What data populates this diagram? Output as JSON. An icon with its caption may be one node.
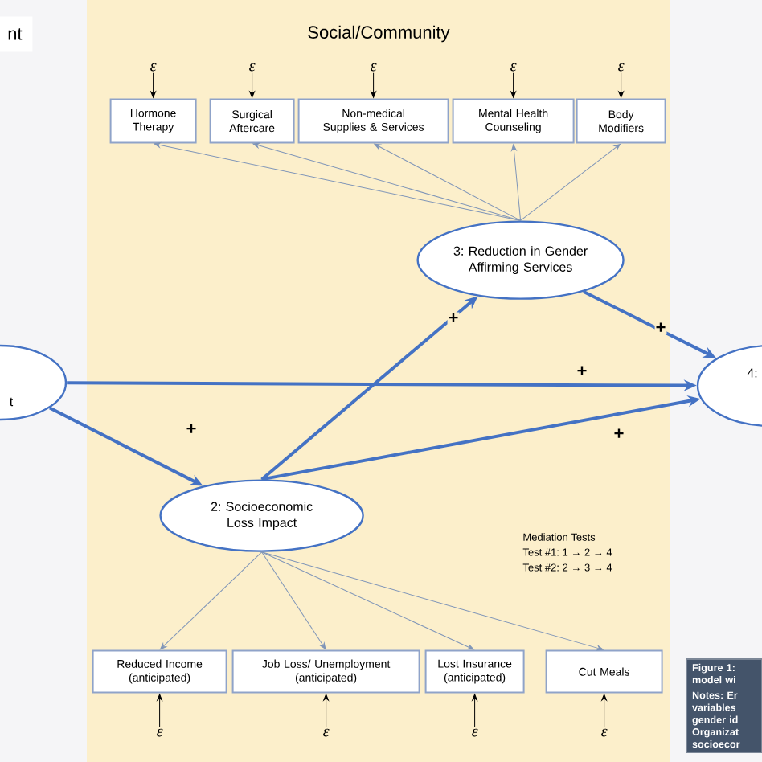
{
  "diagram": {
    "nodes": [
      {
        "text": [
          "Social/Community"
        ]
      },
      {
        "text": [
          "ε"
        ],
        "in": 0
      },
      {
        "text": [
          "ε"
        ],
        "in": 0
      },
      {
        "text": [
          "ε"
        ],
        "in": 0
      },
      {
        "text": [
          "ε"
        ],
        "in": 0
      },
      {
        "text": [
          "ε"
        ],
        "in": 0
      },
      {
        "text": [
          "Hormone Therapy"
        ],
        "in": 0
      },
      {
        "text": [
          "Surgical Aftercare"
        ],
        "in": 0
      },
      {
        "text": [
          "Non-medical Supplies & Services"
        ],
        "in": 0
      },
      {
        "text": [
          "Mental Health Counseling"
        ],
        "in": 0
      },
      {
        "text": [
          "Body Modifiers"
        ],
        "in": 0
      },
      {
        "text": [
          "3: Reduction in Gender Affirming Services"
        ],
        "in": 0
      },
      {
        "text": [
          "t"
        ]
      },
      {
        "text": [
          "4:"
        ]
      },
      {
        "text": [
          "2: Socioeconomic Loss Impact"
        ],
        "in": 0
      },
      {
        "text": [
          "Reduced Income (anticipated)"
        ],
        "in": 0
      },
      {
        "text": [
          "Job Loss/ Unemployment (anticipated)"
        ],
        "in": 0
      },
      {
        "text": [
          "Lost Insurance (anticipated)"
        ],
        "in": 0
      },
      {
        "text": [
          "Cut Meals"
        ],
        "in": 0
      },
      {
        "text": [
          "ε"
        ],
        "in": 0
      },
      {
        "text": [
          "ε"
        ],
        "in": 0
      },
      {
        "text": [
          "ε"
        ],
        "in": 0
      },
      {
        "text": [
          "ε"
        ],
        "in": 0
      },
      {
        "text": [
          "Figure 1: model wi",
          "Notes: Er variables gender id Organizat socioecor"
        ]
      }
    ],
    "edges": [
      {
        "from": 1,
        "to": 6,
        "arrow": "to",
        "color": "#000000"
      },
      {
        "from": 2,
        "to": 7,
        "arrow": "to",
        "color": "#000000"
      },
      {
        "from": 3,
        "to": 8,
        "arrow": "to",
        "color": "#000000"
      },
      {
        "from": 4,
        "to": 9,
        "arrow": "to",
        "color": "#000000"
      },
      {
        "from": 5,
        "to": 10,
        "arrow": "to",
        "color": "#000000"
      },
      {
        "from": 11,
        "to": 6,
        "arrow": "to",
        "color": "#7f95b8"
      },
      {
        "from": 11,
        "to": 7,
        "arrow": "to",
        "color": "#7f95b8"
      },
      {
        "from": 11,
        "to": 8,
        "arrow": "to",
        "color": "#7f95b8"
      },
      {
        "from": 11,
        "to": 9,
        "arrow": "to",
        "color": "#7f95b8"
      },
      {
        "from": 11,
        "to": 10,
        "arrow": "to",
        "color": "#7f95b8"
      },
      {
        "from": 12,
        "to": 13,
        "arrow": "to",
        "label": "+",
        "style": "thick",
        "color": "#4472c4"
      },
      {
        "from": 12,
        "to": 14,
        "arrow": "to",
        "label": "+",
        "style": "thick",
        "color": "#4472c4"
      },
      {
        "from": 14,
        "to": 11,
        "arrow": "to",
        "label": "+",
        "style": "thick",
        "color": "#4472c4"
      },
      {
        "from": 11,
        "to": 13,
        "arrow": "to",
        "label": "+",
        "style": "thick",
        "color": "#4472c4"
      },
      {
        "from": 14,
        "to": 13,
        "arrow": "to",
        "label": "+",
        "style": "thick",
        "color": "#4472c4"
      },
      {
        "from": 14,
        "to": 15,
        "arrow": "to",
        "color": "#7f95b8"
      },
      {
        "from": 14,
        "to": 16,
        "arrow": "to",
        "color": "#7f95b8"
      },
      {
        "from": 14,
        "to": 17,
        "arrow": "to",
        "color": "#7f95b8"
      },
      {
        "from": 14,
        "to": 18,
        "arrow": "to",
        "color": "#7f95b8"
      },
      {
        "from": 19,
        "to": 15,
        "arrow": "to",
        "color": "#000000"
      },
      {
        "from": 20,
        "to": 16,
        "arrow": "to",
        "color": "#000000"
      },
      {
        "from": 21,
        "to": 17,
        "arrow": "to",
        "color": "#000000"
      },
      {
        "from": 22,
        "to": 18,
        "arrow": "to",
        "color": "#000000"
      }
    ],
    "labels": [
      "nt",
      "Mediation Tests",
      "Test #1: 1 → 2 → 4",
      "Test #2: 2 → 3 → 4"
    ]
  }
}
